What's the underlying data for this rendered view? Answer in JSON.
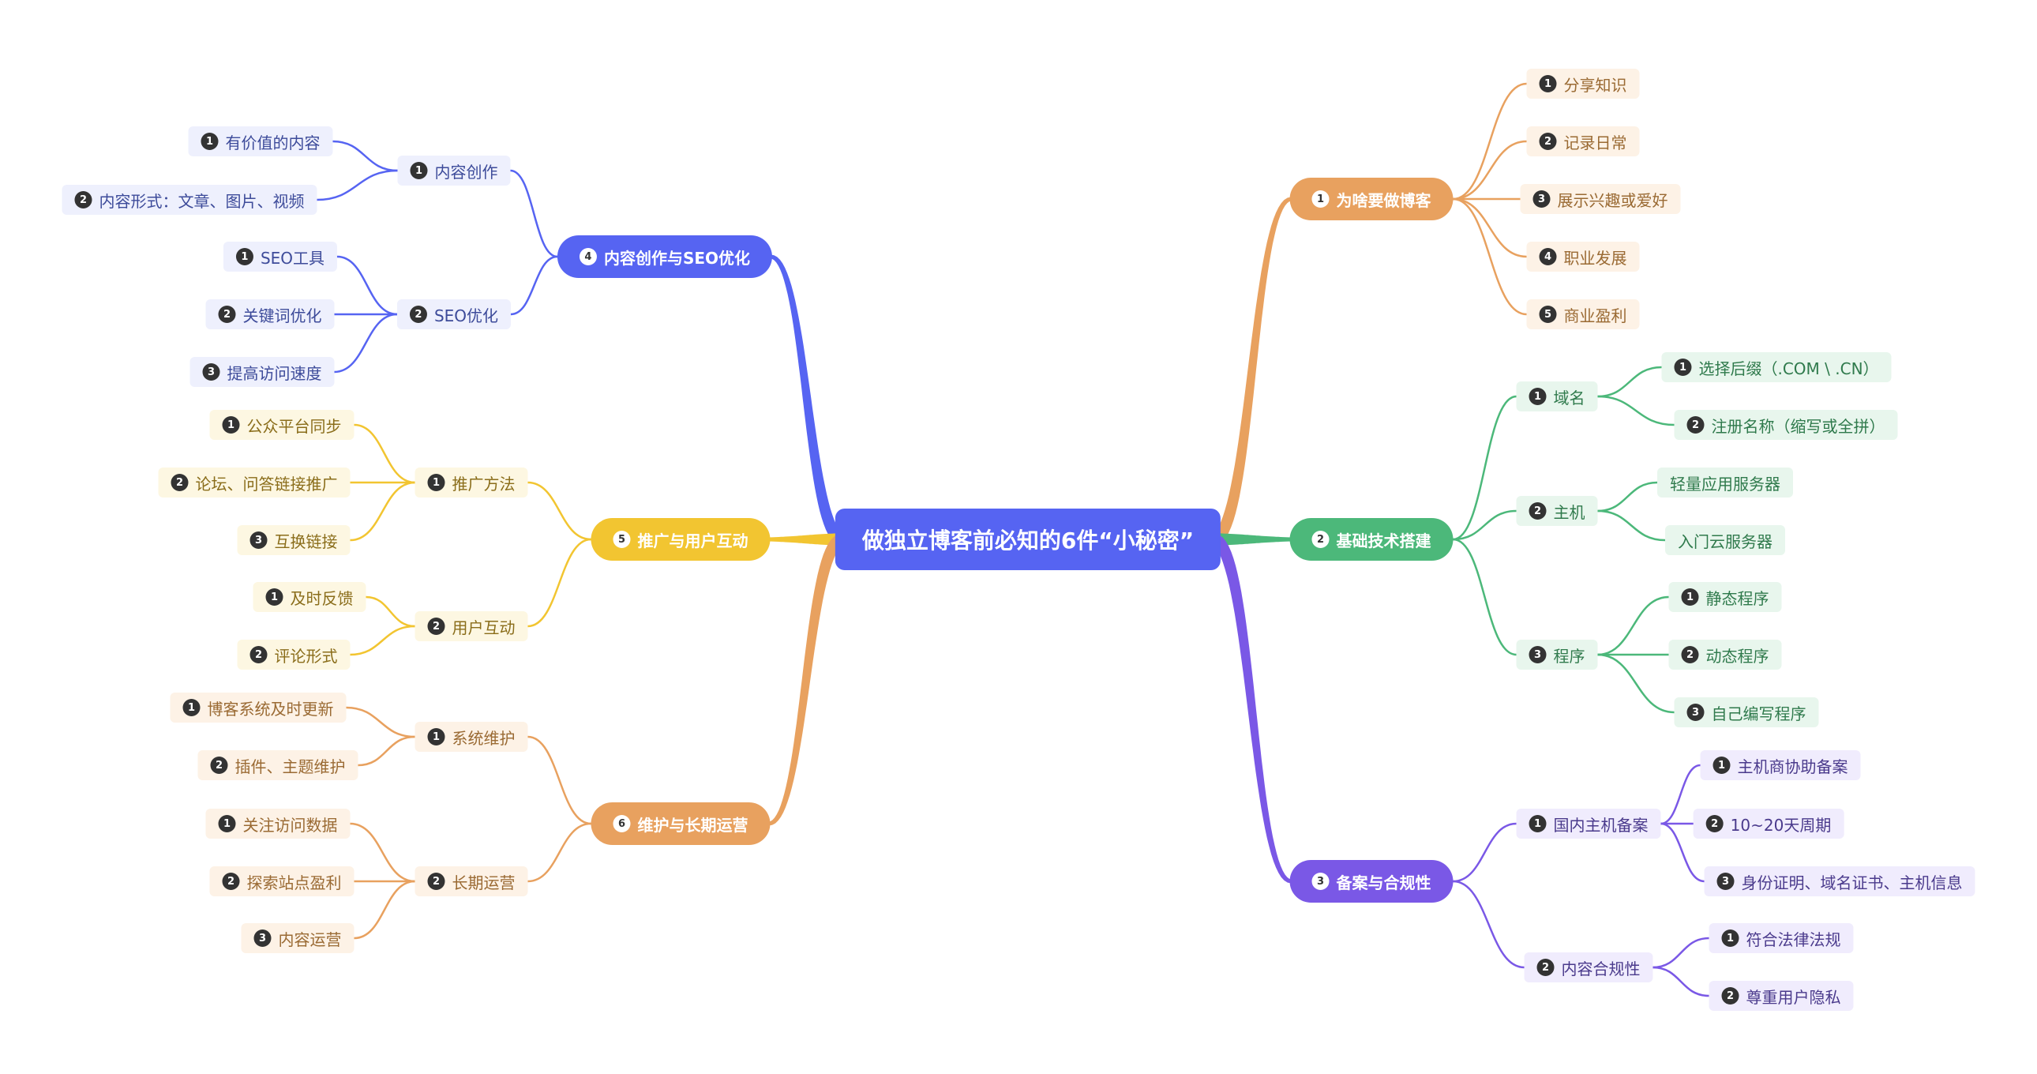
{
  "colors": {
    "root_bg": "#5664f2",
    "blue": "#5664f2",
    "orange": "#e8a15f",
    "green": "#4cb87a",
    "purple": "#7a58e6",
    "yellow": "#f2c531",
    "leaf_text_blue": "#3d4b9a",
    "leaf_text_orange": "#9a6a33",
    "leaf_text_green": "#2f7a4c",
    "leaf_text_purple": "#4a3a8c",
    "leaf_text_yellow": "#8a6d1a",
    "leaf_bg_blue": "#eef0fd",
    "leaf_bg_orange": "#fdf2e6",
    "leaf_bg_green": "#e8f6ed",
    "leaf_bg_purple": "#f0ecfd",
    "leaf_bg_yellow": "#fdf7e2"
  },
  "root": {
    "label": "做独立博客前必知的6件“小秘密”"
  },
  "branches": [
    {
      "num": "1",
      "label": "为啥要做博客",
      "color": "orange",
      "children": [
        {
          "num": "1",
          "label": "分享知识"
        },
        {
          "num": "2",
          "label": "记录日常"
        },
        {
          "num": "3",
          "label": "展示兴趣或爱好"
        },
        {
          "num": "4",
          "label": "职业发展"
        },
        {
          "num": "5",
          "label": "商业盈利"
        }
      ]
    },
    {
      "num": "2",
      "label": "基础技术搭建",
      "color": "green",
      "children": [
        {
          "num": "1",
          "label": "域名",
          "children": [
            {
              "num": "1",
              "label": "选择后缀（.COM \\ .CN）"
            },
            {
              "num": "2",
              "label": "注册名称（缩写或全拼）"
            }
          ]
        },
        {
          "num": "2",
          "label": "主机",
          "children": [
            {
              "num": "",
              "label": "轻量应用服务器"
            },
            {
              "num": "",
              "label": "入门云服务器"
            }
          ]
        },
        {
          "num": "3",
          "label": "程序",
          "children": [
            {
              "num": "1",
              "label": "静态程序"
            },
            {
              "num": "2",
              "label": "动态程序"
            },
            {
              "num": "3",
              "label": "自己编写程序"
            }
          ]
        }
      ]
    },
    {
      "num": "3",
      "label": "备案与合规性",
      "color": "purple",
      "children": [
        {
          "num": "1",
          "label": "国内主机备案",
          "children": [
            {
              "num": "1",
              "label": "主机商协助备案"
            },
            {
              "num": "2",
              "label": "10~20天周期"
            },
            {
              "num": "3",
              "label": "身份证明、域名证书、主机信息"
            }
          ]
        },
        {
          "num": "2",
          "label": "内容合规性",
          "children": [
            {
              "num": "1",
              "label": "符合法律法规"
            },
            {
              "num": "2",
              "label": "尊重用户隐私"
            }
          ]
        }
      ]
    },
    {
      "num": "4",
      "label": "内容创作与SEO优化",
      "color": "blue",
      "children": [
        {
          "num": "1",
          "label": "内容创作",
          "children": [
            {
              "num": "1",
              "label": "有价值的内容"
            },
            {
              "num": "2",
              "label": "内容形式：文章、图片、视频"
            }
          ]
        },
        {
          "num": "2",
          "label": "SEO优化",
          "children": [
            {
              "num": "1",
              "label": "SEO工具"
            },
            {
              "num": "2",
              "label": "关键词优化"
            },
            {
              "num": "3",
              "label": "提高访问速度"
            }
          ]
        }
      ]
    },
    {
      "num": "5",
      "label": "推广与用户互动",
      "color": "yellow",
      "children": [
        {
          "num": "1",
          "label": "推广方法",
          "children": [
            {
              "num": "1",
              "label": "公众平台同步"
            },
            {
              "num": "2",
              "label": "论坛、问答链接推广"
            },
            {
              "num": "3",
              "label": "互换链接"
            }
          ]
        },
        {
          "num": "2",
          "label": "用户互动",
          "children": [
            {
              "num": "1",
              "label": "及时反馈"
            },
            {
              "num": "2",
              "label": "评论形式"
            }
          ]
        }
      ]
    },
    {
      "num": "6",
      "label": "维护与长期运营",
      "color": "orange",
      "children": [
        {
          "num": "1",
          "label": "系统维护",
          "children": [
            {
              "num": "1",
              "label": "博客系统及时更新"
            },
            {
              "num": "2",
              "label": "插件、主题维护"
            }
          ]
        },
        {
          "num": "2",
          "label": "长期运营",
          "children": [
            {
              "num": "1",
              "label": "关注访问数据"
            },
            {
              "num": "2",
              "label": "探索站点盈利"
            },
            {
              "num": "3",
              "label": "内容运营"
            }
          ]
        }
      ]
    }
  ]
}
